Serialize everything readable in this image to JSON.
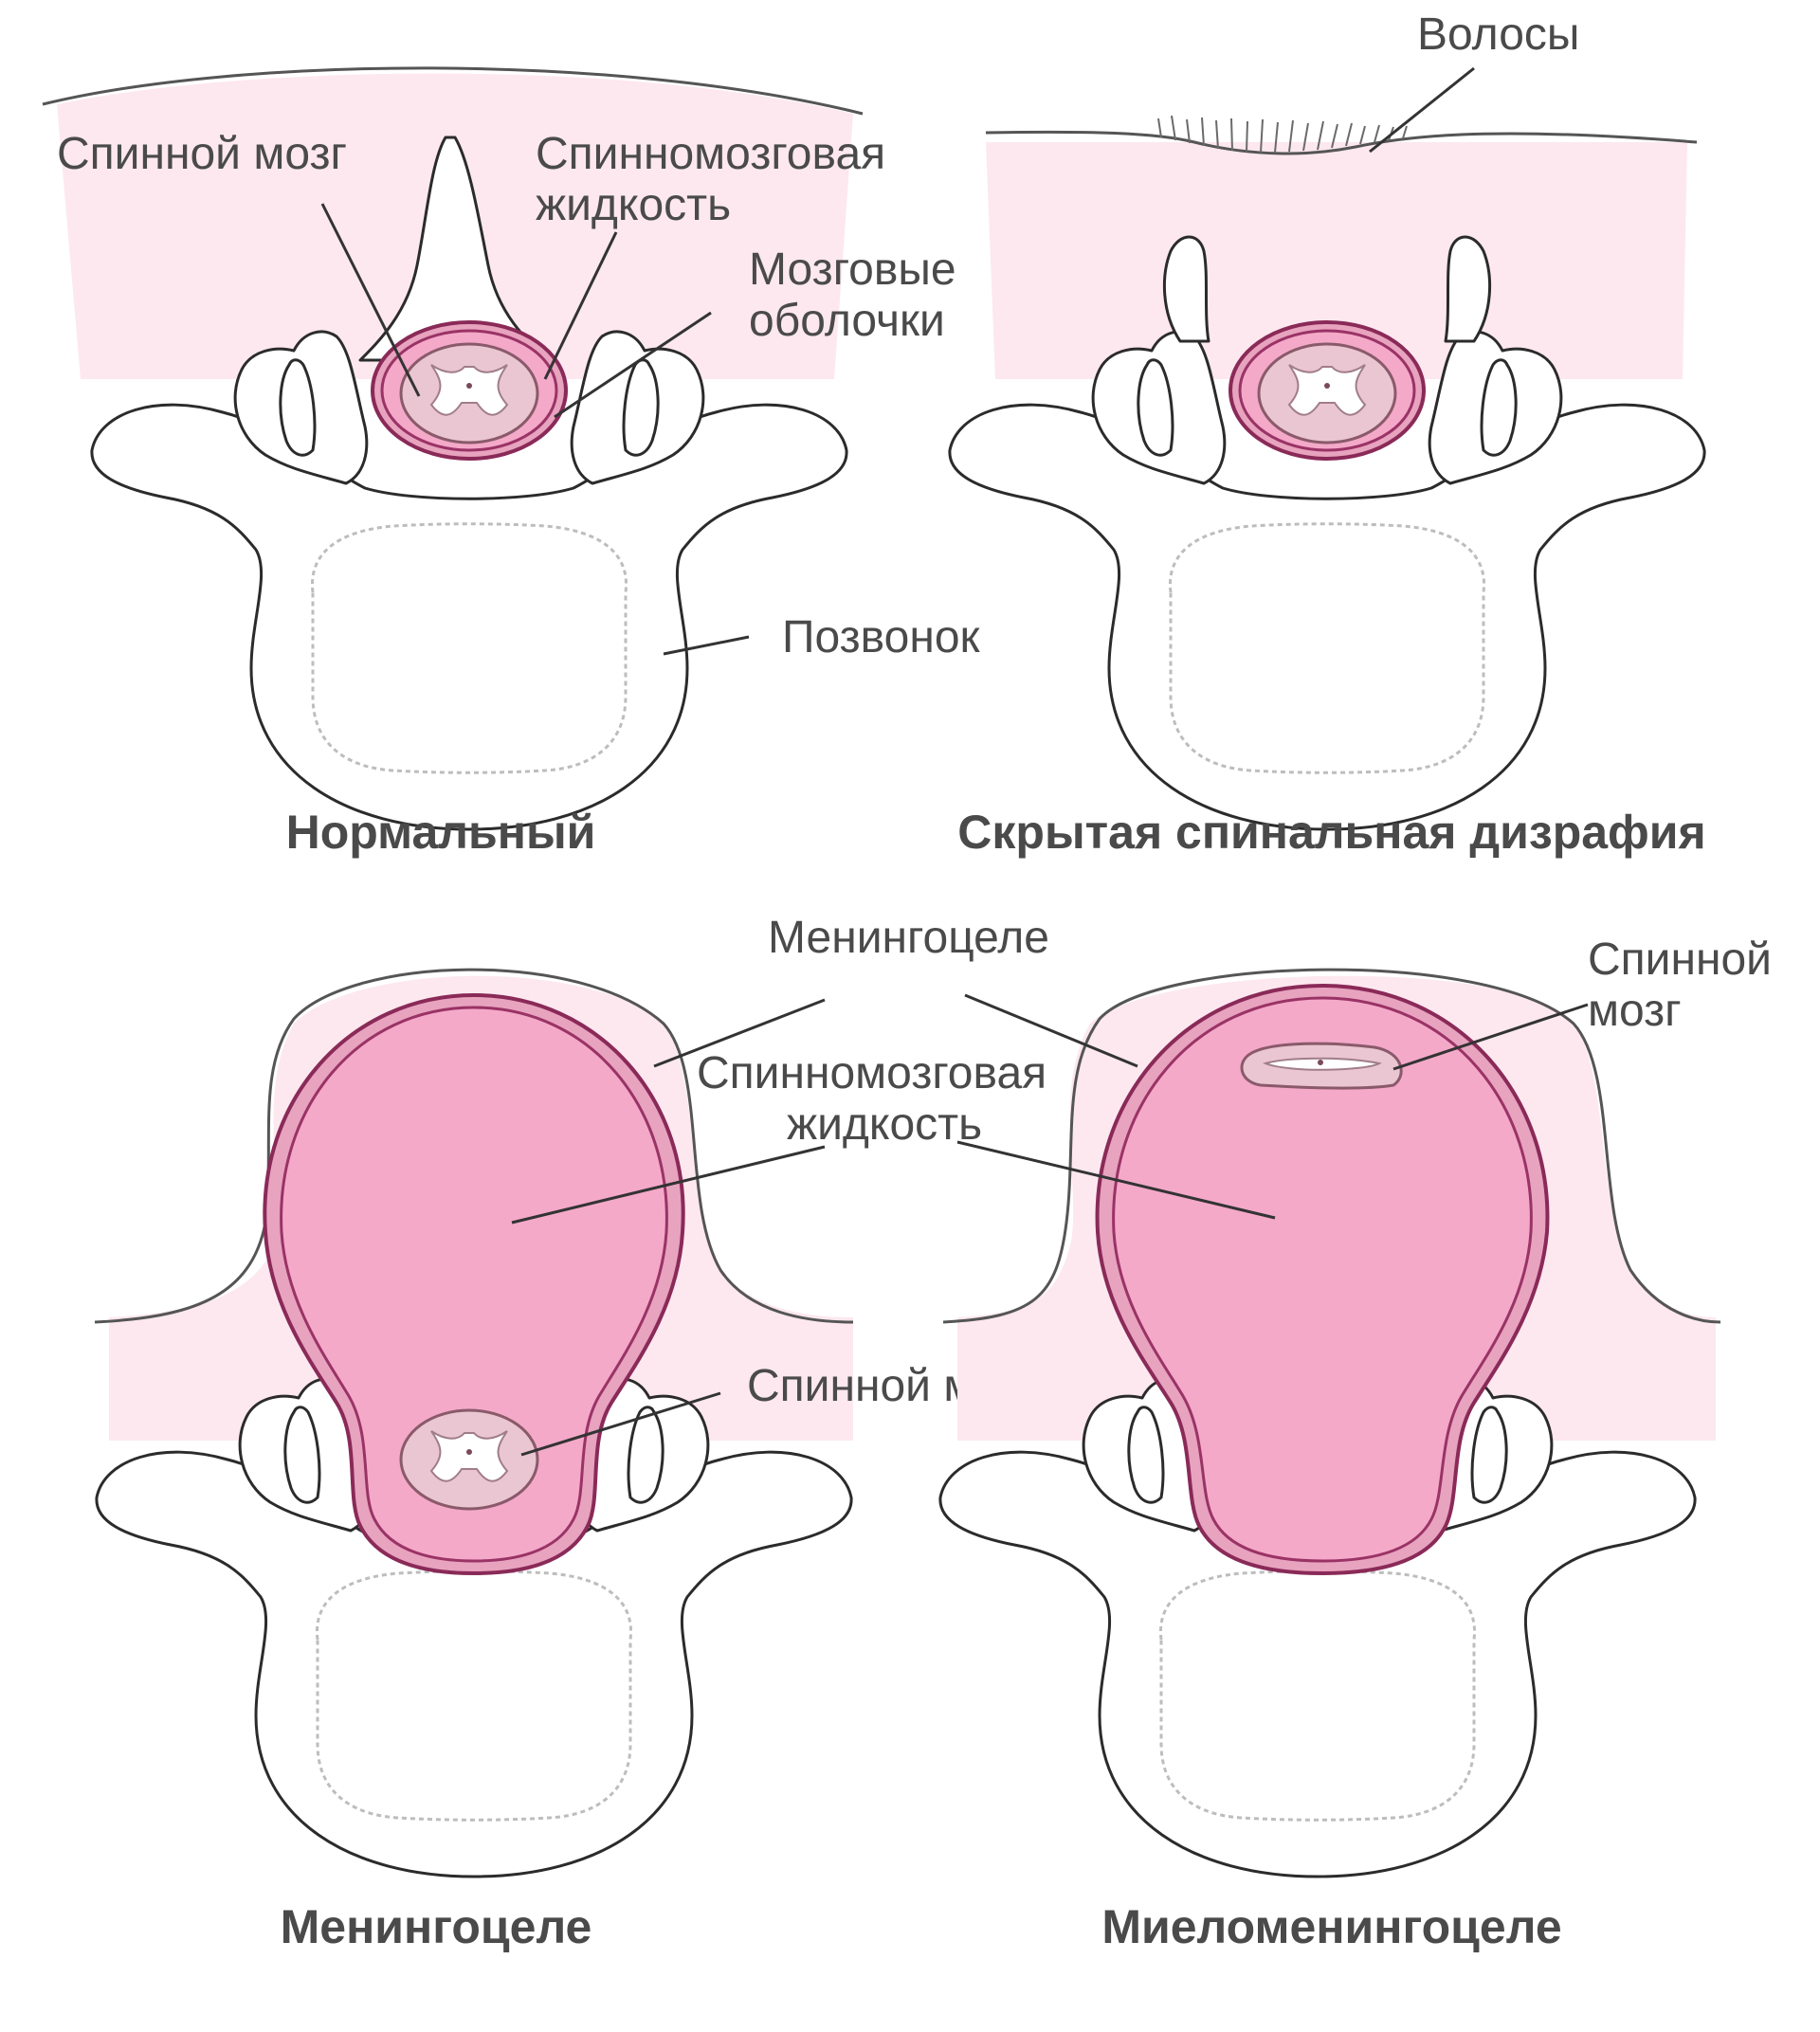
{
  "colors": {
    "tissue": "#fde8ef",
    "meninges": "#9a3366",
    "csf": "#f4a9c9",
    "spinal_cord": "#eac6d2",
    "bone": "#ffffff",
    "text": "#4a4a4a"
  },
  "panels": {
    "normal": {
      "caption": "Нормальный",
      "labels": {
        "spinal_cord": "Спинной мозг",
        "csf_line1": "Спинномозговая",
        "csf_line2": "жидкость",
        "meninges_line1": "Мозговые",
        "meninges_line2": "оболочки",
        "vertebra": "Позвонок"
      }
    },
    "occult": {
      "caption": "Скрытая спинальная дизрафия",
      "labels": {
        "hair": "Волосы"
      }
    },
    "meningocele": {
      "caption": "Менингоцеле",
      "labels": {
        "meningocele": "Менингоцеле",
        "csf_line1": "Спинномозговая",
        "csf_line2": "жидкость",
        "spinal_cord": "Спинной мозг"
      }
    },
    "myelomeningocele": {
      "caption": "Миеломенингоцеле",
      "labels": {
        "spinal_cord_line1": "Спинной",
        "spinal_cord_line2": "мозг"
      }
    }
  }
}
